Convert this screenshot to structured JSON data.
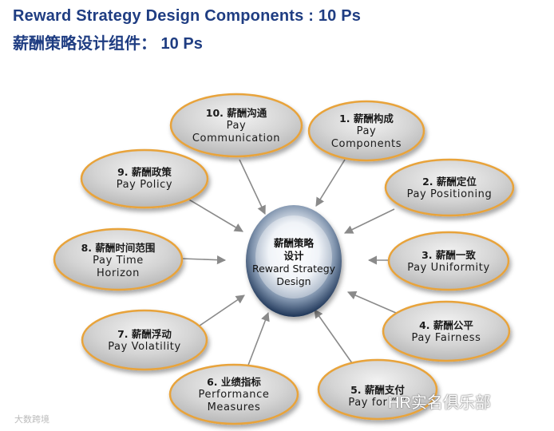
{
  "title": {
    "en": "Reward Strategy  Design Components : 10 Ps",
    "cn": "薪酬策略设计组件： 10 Ps"
  },
  "center": {
    "cn1": "薪酬策略",
    "cn2": "设计",
    "en1": "Reward Strategy",
    "en2": "Design"
  },
  "nodes": [
    {
      "cn": "10. 薪酬沟通",
      "en1": "Pay",
      "en2": "Communication"
    },
    {
      "cn": "1. 薪酬构成",
      "en1": "Pay",
      "en2": "Components"
    },
    {
      "cn": "2. 薪酬定位",
      "en1": "Pay Positioning",
      "en2": ""
    },
    {
      "cn": "3. 薪酬一致",
      "en1": "Pay Uniformity",
      "en2": ""
    },
    {
      "cn": "4. 薪酬公平",
      "en1": "Pay Fairness",
      "en2": ""
    },
    {
      "cn": "5. 薪酬支付",
      "en1": "Pay for “    ”",
      "en2": ""
    },
    {
      "cn": "6. 业绩指标",
      "en1": "Performance",
      "en2": "Measures"
    },
    {
      "cn": "7. 薪酬浮动",
      "en1": "Pay Volatility",
      "en2": ""
    },
    {
      "cn": "8. 薪酬时间范围",
      "en1": "Pay Time",
      "en2": "Horizon"
    },
    {
      "cn": "9. 薪酬政策",
      "en1": "Pay Policy",
      "en2": ""
    }
  ],
  "watermarks": {
    "left": "大数跨境",
    "right": "HR实名俱乐部"
  },
  "colors": {
    "title": "#1f3d82",
    "node_fill": "#cfcfcf",
    "node_border": "#e8a33a",
    "arrow": "#8a8a8a"
  }
}
